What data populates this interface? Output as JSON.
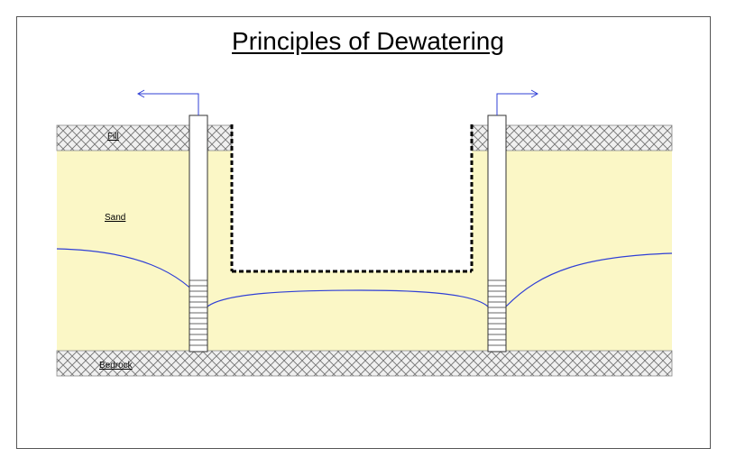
{
  "title": "Principles of Dewatering",
  "labels": {
    "fill": "Fill",
    "sand": "Sand",
    "bedrock": "Bedrock"
  },
  "colors": {
    "sand": "#fbf7c6",
    "hatch_bg": "#f2f2f2",
    "hatch_line": "#6e6e6e",
    "water_line": "#2f3fd6",
    "arrow": "#2f3fd6",
    "outline": "#333333",
    "wall": "#000000"
  }
}
